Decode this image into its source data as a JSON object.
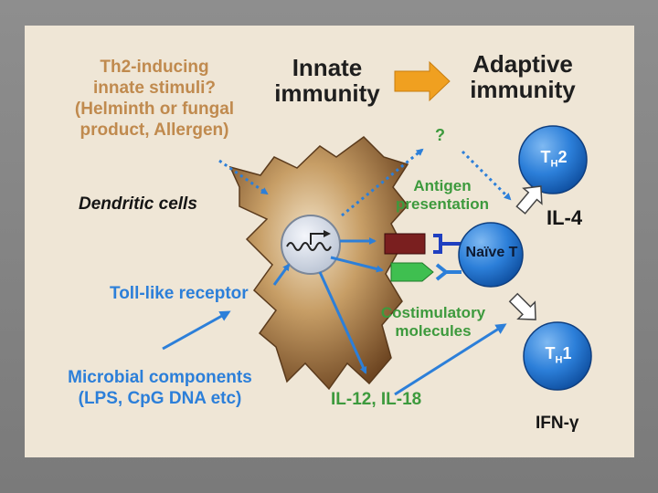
{
  "title_left": "Innate immunity",
  "title_right": "Adaptive immunity",
  "th2_stimuli": [
    "Th2-inducing",
    "innate stimuli?",
    "(Helminth or fungal",
    "product, Allergen)"
  ],
  "dendritic_label": "Dendritic cells",
  "unknown_mark": "?",
  "antigen_label": [
    "Antigen",
    "presentation"
  ],
  "costim_label": [
    "Costimulatory",
    "molecules"
  ],
  "tlr_label": "Toll-like receptor",
  "microbial_label": [
    "Microbial components",
    "(LPS, CpG DNA etc)"
  ],
  "cytokines_label": "IL-12, IL-18",
  "naive_t": "Naïve T",
  "th2": {
    "main": "T",
    "sub": "H",
    "num": "2"
  },
  "th1": {
    "main": "T",
    "sub": "H",
    "num": "1"
  },
  "il4": "IL-4",
  "ifn": "IFN-γ",
  "colors": {
    "tan_text": "#c08a4e",
    "blue": "#2c7fd9",
    "green": "#3d9a3d",
    "orange_arrow": "#f0a020",
    "cell_blue": "#1f7ad6",
    "mhc": "#7a1f1f",
    "costim": "#3fbf50"
  }
}
